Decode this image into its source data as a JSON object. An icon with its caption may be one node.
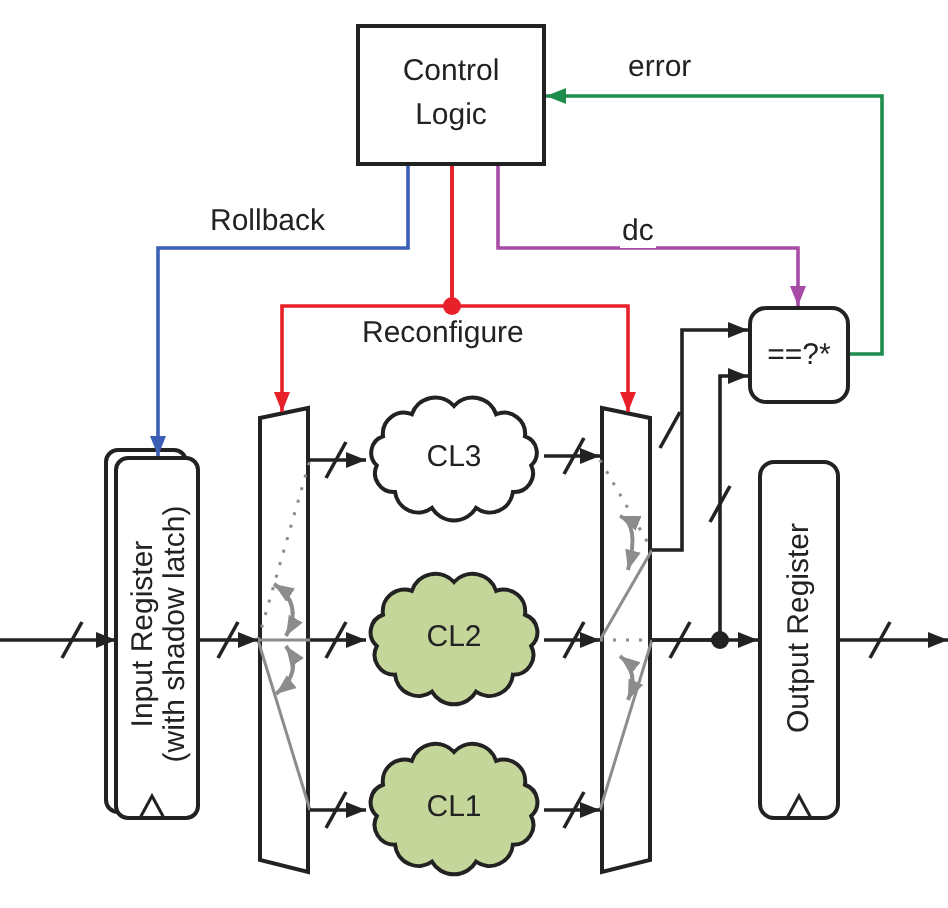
{
  "diagram": {
    "nodes": [
      {
        "text": [
          "Control Logic"
        ]
      },
      {
        "text": [
          "==?*"
        ]
      },
      {
        "text": [
          "Input Register",
          "(with shadow latch)"
        ]
      },
      {
        "text": [],
        "shape": "trapezoid"
      },
      {
        "text": [
          "CL3"
        ]
      },
      {
        "text": [
          "CL2"
        ]
      },
      {
        "text": [
          "CL1"
        ]
      },
      {
        "text": [],
        "shape": "trapezoid"
      },
      {
        "text": [
          "Output Register"
        ]
      }
    ],
    "edges": [
      {
        "from": 0,
        "to": 2,
        "arrow": "to",
        "label": "Rollback",
        "color": "#3a5fb4"
      },
      {
        "from": 0,
        "to": 3,
        "arrow": "to",
        "label": "Reconfigure",
        "color": "#e8202a"
      },
      {
        "from": 0,
        "to": 7,
        "arrow": "to",
        "color": "#e8202a"
      },
      {
        "from": 0,
        "to": 1,
        "arrow": "to",
        "label": "dc",
        "color": "#a64ca6"
      },
      {
        "from": 1,
        "to": 0,
        "arrow": "to",
        "label": "error",
        "color": "#1e8c4c"
      },
      {
        "from": null,
        "to": 2,
        "arrow": "to"
      },
      {
        "from": 2,
        "to": 3,
        "arrow": "to"
      },
      {
        "from": 3,
        "to": 4,
        "arrow": "to"
      },
      {
        "from": 3,
        "to": 5,
        "arrow": "to"
      },
      {
        "from": 3,
        "to": 6,
        "arrow": "to"
      },
      {
        "from": 4,
        "to": 7,
        "arrow": "to"
      },
      {
        "from": 5,
        "to": 7,
        "arrow": "to"
      },
      {
        "from": 6,
        "to": 7,
        "arrow": "to"
      },
      {
        "from": 7,
        "to": 8,
        "arrow": "to"
      },
      {
        "from": 7,
        "to": 1,
        "arrow": "to"
      },
      {
        "from": 7,
        "to": 1,
        "arrow": "to"
      },
      {
        "from": 8,
        "to": null,
        "arrow": "to"
      }
    ]
  }
}
